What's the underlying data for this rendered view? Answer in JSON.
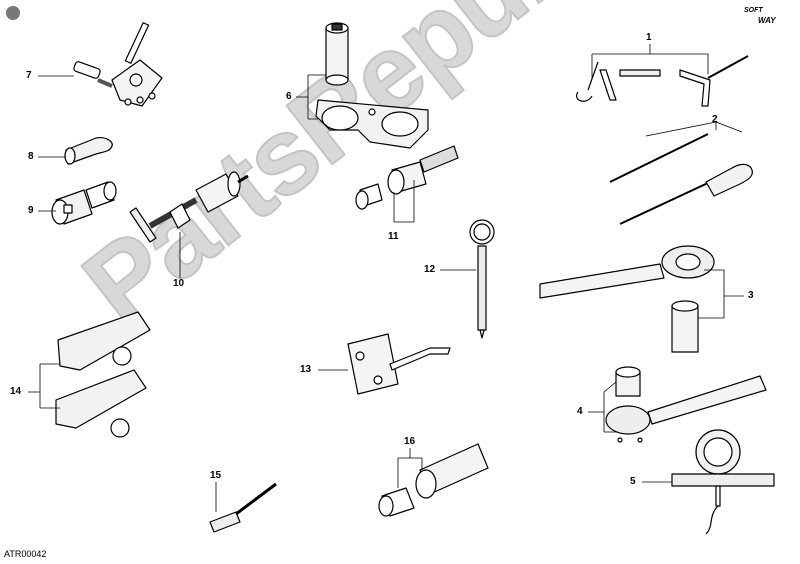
{
  "diagram": {
    "code": "ATR00042",
    "watermark": "PartsRepublik",
    "logo": {
      "line1": "SOFT",
      "line2": "WAY"
    },
    "callouts": [
      {
        "id": "c1",
        "label": "1"
      },
      {
        "id": "c2",
        "label": "2"
      },
      {
        "id": "c3",
        "label": "3"
      },
      {
        "id": "c4",
        "label": "4"
      },
      {
        "id": "c5",
        "label": "5"
      },
      {
        "id": "c6",
        "label": "6"
      },
      {
        "id": "c7",
        "label": "7"
      },
      {
        "id": "c8",
        "label": "8"
      },
      {
        "id": "c9",
        "label": "9"
      },
      {
        "id": "c10",
        "label": "10"
      },
      {
        "id": "c11",
        "label": "11"
      },
      {
        "id": "c12",
        "label": "12"
      },
      {
        "id": "c13",
        "label": "13"
      },
      {
        "id": "c14",
        "label": "14"
      },
      {
        "id": "c15",
        "label": "15"
      },
      {
        "id": "c16",
        "label": "16"
      }
    ]
  }
}
